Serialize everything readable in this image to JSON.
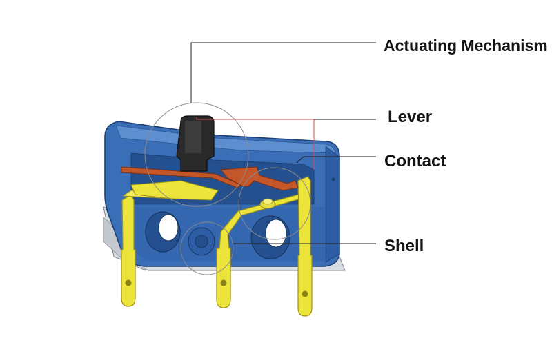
{
  "labels": {
    "actuating_mechanism": "Actuating Mechanism",
    "lever": "Lever",
    "contact": "Contact",
    "shell": "Shell"
  },
  "colors": {
    "shell_blue": "#3a6fb8",
    "shell_blue_light": "#5d8fd0",
    "shell_blue_dark": "#24508f",
    "terminal_yellow": "#ece43a",
    "terminal_outline": "#9e9214",
    "lever_copper": "#c4572a",
    "actuator_black": "#2a2a2a",
    "leader_black": "#222222",
    "leader_red": "#c85050",
    "callout_circle": "#8a8a8a"
  }
}
